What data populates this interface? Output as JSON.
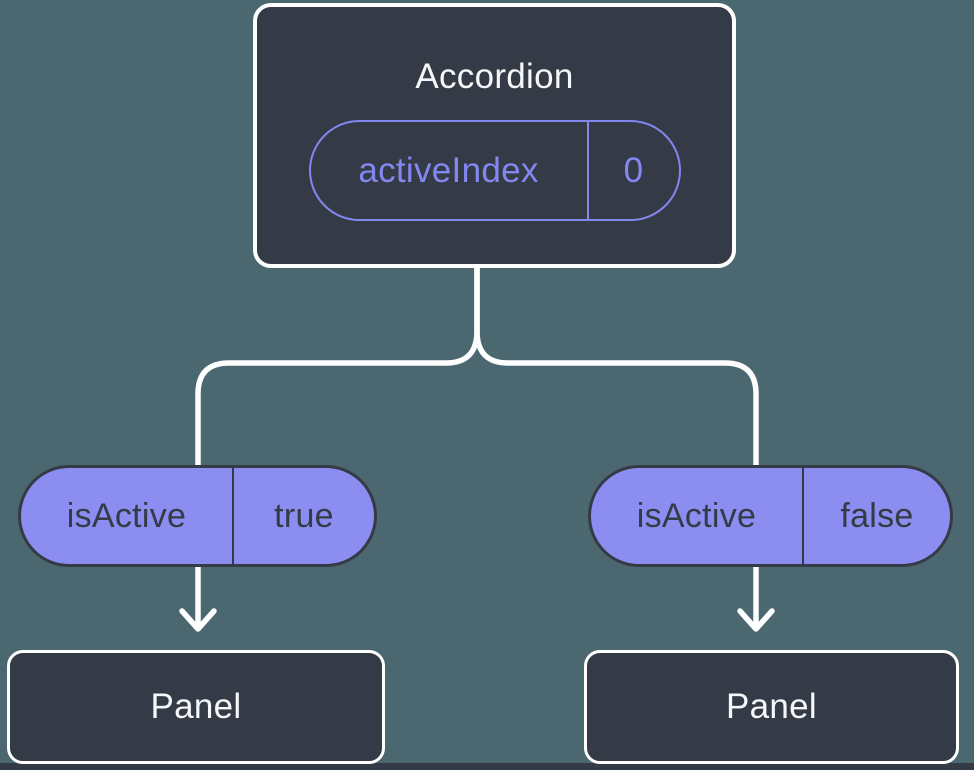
{
  "diagram": {
    "root": {
      "title": "Accordion",
      "prop": {
        "name": "activeIndex",
        "value": "0"
      }
    },
    "branches": [
      {
        "prop": {
          "name": "isActive",
          "value": "true"
        },
        "child": {
          "title": "Panel"
        }
      },
      {
        "prop": {
          "name": "isActive",
          "value": "false"
        },
        "child": {
          "title": "Panel"
        }
      }
    ]
  },
  "colors": {
    "background": "#4b6770",
    "node_dark": "#343a46",
    "node_text": "#f6f7f9",
    "pill_fill": "#8b8ef0",
    "accent_purple": "#8387f0",
    "line_white": "#ffffff"
  }
}
